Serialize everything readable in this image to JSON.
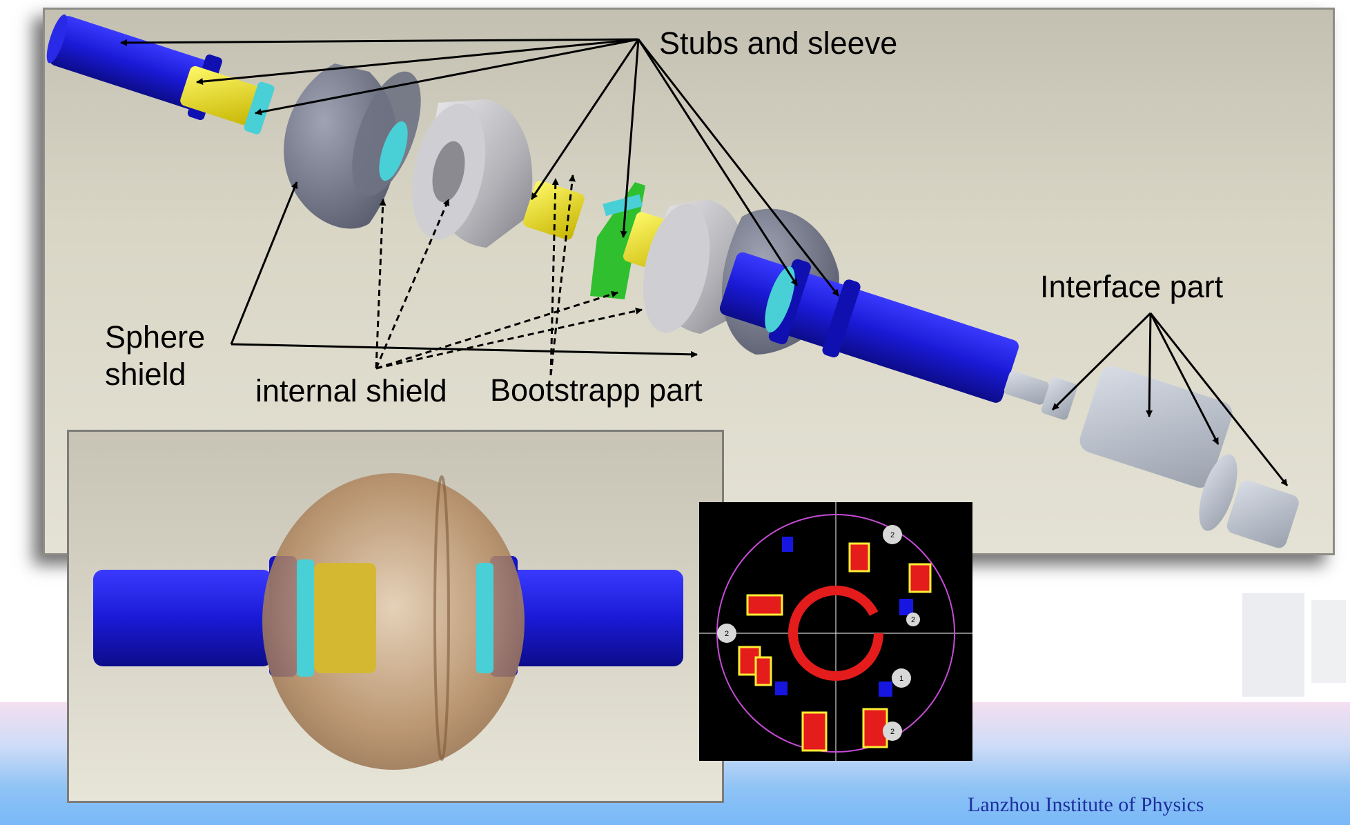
{
  "labels": {
    "stubs_and_sleeve": "Stubs and sleeve",
    "interface_part": "Interface part",
    "sphere_shield_line1": "Sphere",
    "sphere_shield_line2": "shield",
    "internal_shield": "internal shield",
    "bootstrapp_part": "Bootstrapp part"
  },
  "credit": "Lanzhou Institute of Physics",
  "pcb_markers": [
    "1",
    "2",
    "2",
    "2",
    "2"
  ],
  "colors": {
    "stub_blue": "#1a1ad6",
    "sleeve_yellow": "#e6d800",
    "ring_cyan": "#49d0d6",
    "shield_grey": "#6e7283",
    "internal_silver": "#b9b9bd",
    "board_green": "#2fbf2f",
    "pcb_red": "#e41c1c",
    "pcb_yellow": "#ffee33",
    "pcb_blue": "#1616e0",
    "sphere_bronze": "#b48a62"
  }
}
